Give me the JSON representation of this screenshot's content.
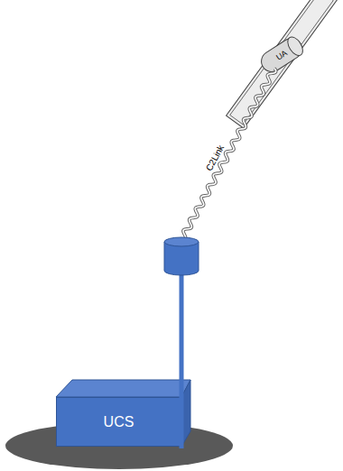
{
  "diagram": {
    "nodes": [
      {
        "text": [
          "UA"
        ]
      },
      {
        "text": [
          "UCS"
        ]
      }
    ],
    "edges": [
      {
        "from": 1,
        "to": 0,
        "arrow": "none",
        "label": "C2Link"
      }
    ]
  }
}
